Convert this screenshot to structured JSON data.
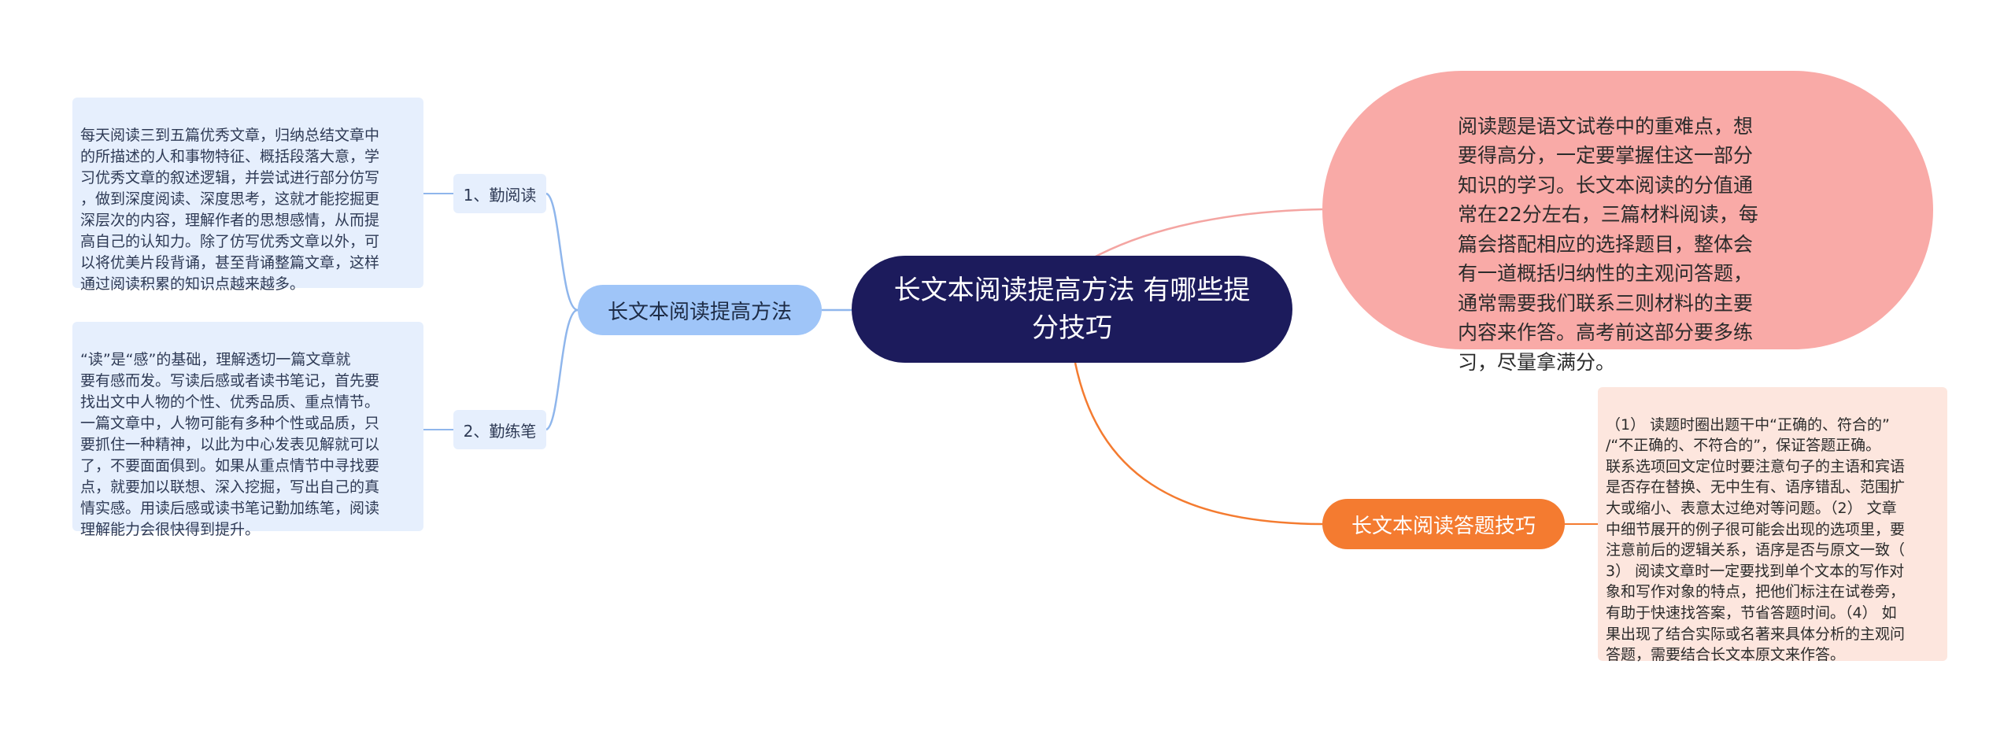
{
  "colors": {
    "center_bg": "#1c1b5c",
    "left_branch": "#9fc5f8",
    "left_line": "#8fb6ec",
    "right_branch": "#f47b30",
    "intro_bg": "#f9aaa7",
    "intro_line": "#f4a5a2",
    "tips_bg": "#fde6de"
  },
  "center": {
    "title": "长文本阅读提高方法 有哪些提分技巧"
  },
  "intro": {
    "text": "阅读题是语文试卷中的重难点，想\n要得高分，一定要掌握住这一部分\n知识的学习。长文本阅读的分值通\n常在22分左右，三篇材料阅读，每\n篇会搭配相应的选择题目，整体会\n有一道概括归纳性的主观问答题，\n通常需要我们联系三则材料的主要\n内容来作答。高考前这部分要多练\n习，尽量拿满分。"
  },
  "left_branch": {
    "label": "长文本阅读提高方法",
    "children": [
      {
        "label": "1、勤阅读",
        "text": "每天阅读三到五篇优秀文章，归纳总结文章中\n的所描述的人和事物特征、概括段落大意，学\n习优秀文章的叙述逻辑，并尝试进行部分仿写\n，做到深度阅读、深度思考，这就才能挖掘更\n深层次的内容，理解作者的思想感情，从而提\n高自己的认知力。除了仿写优秀文章以外，可\n以将优美片段背诵，甚至背诵整篇文章，这样\n通过阅读积累的知识点越来越多。"
      },
      {
        "label": "2、勤练笔",
        "text": "“读”是“感”的基础，理解透切一篇文章就\n要有感而发。写读后感或者读书笔记，首先要\n找出文中人物的个性、优秀品质、重点情节。\n一篇文章中，人物可能有多种个性或品质，只\n要抓住一种精神，以此为中心发表见解就可以\n了，不要面面俱到。如果从重点情节中寻找要\n点，就要加以联想、深入挖掘，写出自己的真\n情实感。用读后感或读书笔记勤加练笔，阅读\n理解能力会很快得到提升。"
      }
    ]
  },
  "right_branch": {
    "label": "长文本阅读答题技巧",
    "text": "（1） 读题时圈出题干中“正确的、符合的”\n/“不正确的、不符合的”，保证答题正确。\n联系选项回文定位时要注意句子的主语和宾语\n是否存在替换、无中生有、语序错乱、范围扩\n大或缩小、表意太过绝对等问题。（2） 文章\n中细节展开的例子很可能会出现的选项里，要\n注意前后的逻辑关系，语序是否与原文一致（\n3） 阅读文章时一定要找到单个文本的写作对\n象和写作对象的特点，把他们标注在试卷旁，\n有助于快速找答案，节省答题时间。（4） 如\n果出现了结合实际或名著来具体分析的主观问\n答题，需要结合长文本原文来作答。"
  }
}
